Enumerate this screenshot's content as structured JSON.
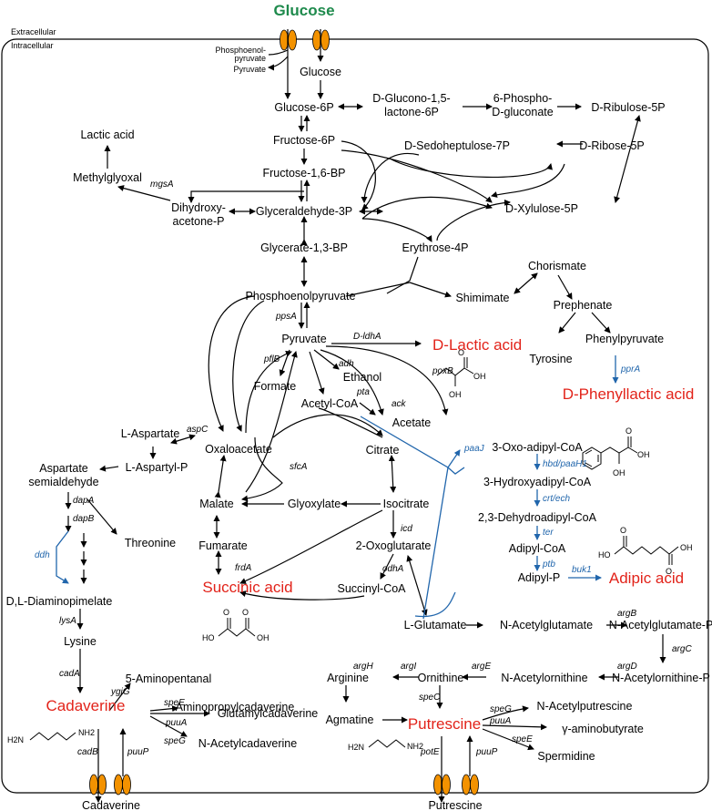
{
  "compartments": {
    "extracellular": "Extracellular",
    "intracellular": "Intracellular"
  },
  "metabolites": {
    "glucose_ext": "Glucose",
    "glucose": "Glucose",
    "pep_side": "Phosphoenol-",
    "pep_side2": "pyruvate",
    "pyr_side": "Pyruvate",
    "g6p": "Glucose-6P",
    "gl15": "D-Glucono-1,5-",
    "gl15b": "lactone-6P",
    "pg6": "6-Phospho-",
    "pg6b": "D-gluconate",
    "ru5p": "D-Ribulose-5P",
    "f6p": "Fructose-6P",
    "s7p": "D-Sedoheptulose-7P",
    "r5p": "D-Ribose-5P",
    "fbp": "Fructose-1,6-BP",
    "x5p": "D-Xylulose-5P",
    "lactic_top": "Lactic acid",
    "methylglyoxal": "Methylglyoxal",
    "dhap": "Dihydroxy-",
    "dhap2": "acetone-P",
    "g3p": "Glyceraldehyde-3P",
    "bpg": "Glycerate-1,3-BP",
    "e4p": "Erythrose-4P",
    "chorismate": "Chorismate",
    "shimimate": "Shimimate",
    "prephenate": "Prephenate",
    "pep": "Phosphoenolpyruvate",
    "pyruvate": "Pyruvate",
    "tyrosine": "Tyrosine",
    "phenylpyruvate": "Phenylpyruvate",
    "formate": "Formate",
    "ethanol": "Ethanol",
    "acetyl_coa": "Acetyl-CoA",
    "acetate": "Acetate",
    "l_aspartate": "L-Aspartate",
    "oxaloacetate": "Oxaloacetate",
    "citrate": "Citrate",
    "aspartyl_p": "L-Aspartyl-P",
    "asp_semi": "Aspartate",
    "asp_semi2": "semialdehyde",
    "oxoadipyl": "3-Oxo-adipyl-CoA",
    "hydroxyadipyl": "3-Hydroxyadipyl-CoA",
    "dehydroadipyl": "2,3-Dehydroadipyl-CoA",
    "adipyl_coa": "Adipyl-CoA",
    "adipyl_p": "Adipyl-P",
    "malate": "Malate",
    "glyoxylate": "Glyoxylate",
    "isocitrate": "Isocitrate",
    "threonine": "Threonine",
    "fumarate": "Fumarate",
    "oxoglutarate": "2-Oxoglutarate",
    "succinyl_coa": "Succinyl-CoA",
    "dap": "D,L-Diaminopimelate",
    "glutamate": "L-Glutamate",
    "nac_glu": "N-Acetylglutamate",
    "nac_glu_p": "N-Acetylglutamate-P",
    "lysine": "Lysine",
    "aminopentanal": "5-Aminopentanal",
    "aminopropylcad": "Aminopropylcadaverine",
    "glutamylcad": "Glutamylcadaverine",
    "nac_cad": "N-Acetylcadaverine",
    "arginine": "Arginine",
    "ornithine": "Ornithine",
    "nac_orn": "N-Acetylornithine",
    "nac_orn_p": "N-Acetylornithine-P",
    "agmatine": "Agmatine",
    "nac_put": "N-Acetylputrescine",
    "gaba": "γ-aminobutyrate",
    "spermidine": "Spermidine",
    "cadaverine_out": "Cadaverine",
    "putrescine_out": "Putrescine"
  },
  "products": {
    "d_lactic": "D-Lactic acid",
    "d_phenyllactic": "D-Phenyllactic acid",
    "succinic": "Succinic acid",
    "adipic": "Adipic acid",
    "cadaverine": "Cadaverine",
    "putrescine": "Putrescine"
  },
  "enzymes": {
    "mgsA": "mgsA",
    "ppsA": "ppsA",
    "pflB": "pflB",
    "adh": "adh",
    "pta": "pta",
    "ack": "ack",
    "poxB": "poxB",
    "d_ldhA": "D-ldhA",
    "aspC": "aspC",
    "sfcA": "sfcA",
    "dapA": "dapA",
    "dapB": "dapB",
    "icd": "icd",
    "frdA": "frdA",
    "odhA": "odhA",
    "lysA": "lysA",
    "cadA": "cadA",
    "ygjG": "ygjG",
    "speE": "speE",
    "puuA": "puuA",
    "speG": "speG",
    "argB": "argB",
    "argC": "argC",
    "argD": "argD",
    "argE": "argE",
    "argI": "argI",
    "argH": "argH",
    "speC": "speC",
    "speG2": "speG",
    "puuA2": "puuA",
    "speE2": "speE",
    "cadB": "cadB",
    "puuP": "puuP",
    "potE": "potE",
    "puuP2": "puuP"
  },
  "engineered_enzymes": {
    "pprA": "pprA",
    "paaJ": "paaJ",
    "hbd": "hbd/paaH1",
    "crt": "crt/ech",
    "ter": "ter",
    "ptb": "ptb",
    "buk1": "buk1",
    "ddh": "ddh"
  },
  "structure_labels": {
    "oh": "OH",
    "o": "O",
    "ho": "HO",
    "nh2": "NH2",
    "h2n": "H2N"
  },
  "colors": {
    "product": "#e2231a",
    "glucose": "#1e8a4c",
    "engineered": "#2166ac",
    "transporter": "#f39200"
  }
}
